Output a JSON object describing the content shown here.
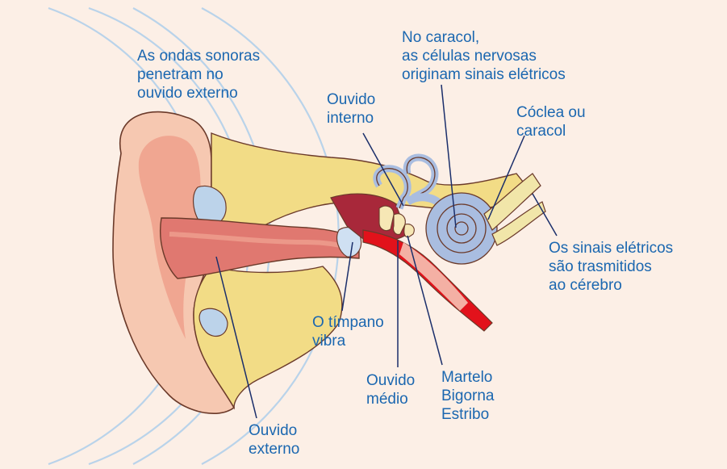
{
  "diagram": {
    "labels": {
      "ondas": [
        "As ondas sonoras",
        "penetram no",
        "ouvido externo"
      ],
      "caracol_celulas": [
        "No caracol,",
        "as células nervosas",
        "originam sinais elétricos"
      ],
      "ouvido_interno": [
        "Ouvido",
        "interno"
      ],
      "coclea": [
        "Cóclea ou",
        "caracol"
      ],
      "sinais": [
        "Os sinais elétricos",
        "são trasmitidos",
        "ao cérebro"
      ],
      "timpano": [
        "O tímpano",
        "vibra"
      ],
      "ouvido_medio": [
        "Ouvido",
        "médio"
      ],
      "ossiculos": [
        "Martelo",
        "Bigorna",
        "Estribo"
      ],
      "ouvido_externo": [
        "Ouvido",
        "externo"
      ]
    },
    "colors": {
      "background": "#fcefe6",
      "label_text": "#1b67b0",
      "wave_lines": "#b9d3ea",
      "skin": "#f6c8b1",
      "bone": "#f2dc86",
      "canal": "#e07870",
      "artery": "#e2121b",
      "labyrinth": "#a9bde0",
      "nerve": "#f1e6a9",
      "leader_line": "#1b2f6b"
    }
  }
}
